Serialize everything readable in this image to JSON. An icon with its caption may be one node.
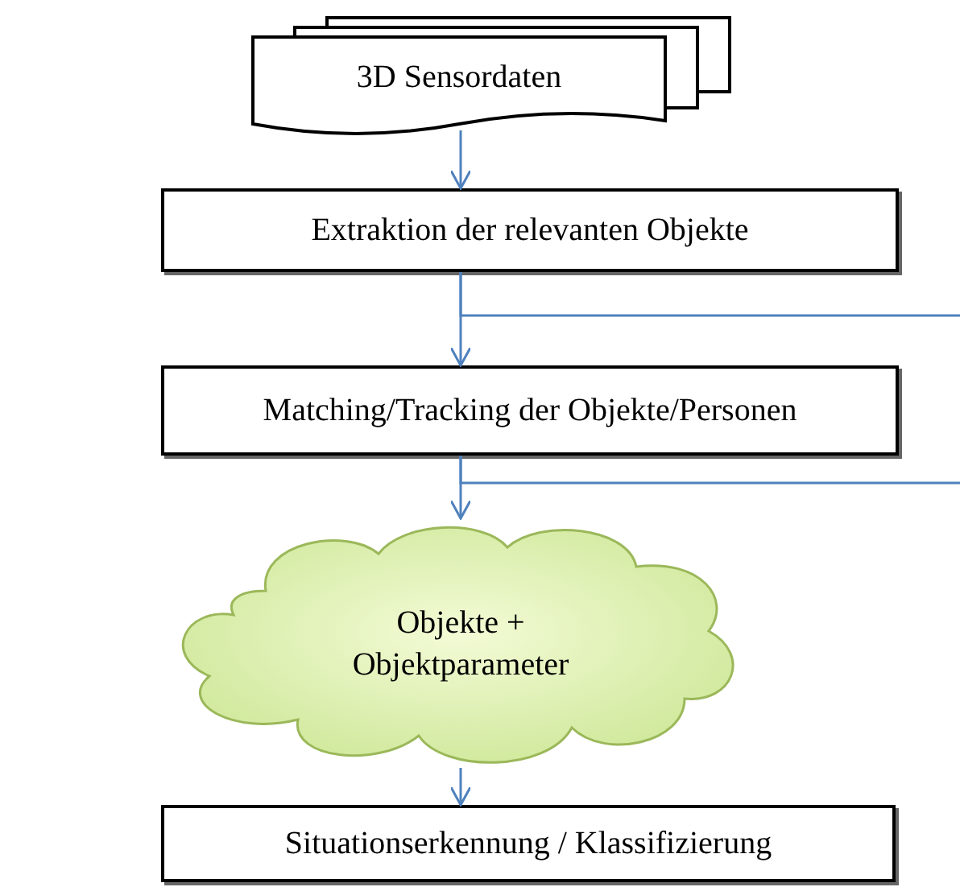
{
  "diagram": {
    "nodes": [
      {
        "text": [
          "3D Sensordaten"
        ]
      },
      {
        "text": [
          "Extraktion der relevanten Objekte"
        ]
      },
      {
        "text": [
          "Matching/Tracking der Objekte/Personen"
        ]
      },
      {
        "text": [
          "Objekte + Objektparameter"
        ]
      },
      {
        "text": [
          "Situationserkennung / Klassifizierung"
        ]
      }
    ],
    "edges": [
      {
        "from": 0,
        "to": 1,
        "arrow": "to"
      },
      {
        "from": 1,
        "to": 2,
        "arrow": "to"
      },
      {
        "from": 1,
        "to": null,
        "arrow": "none"
      },
      {
        "from": 2,
        "to": 3,
        "arrow": "to"
      },
      {
        "from": 2,
        "to": null,
        "arrow": "none"
      },
      {
        "from": 3,
        "to": 4,
        "arrow": "to"
      }
    ]
  }
}
